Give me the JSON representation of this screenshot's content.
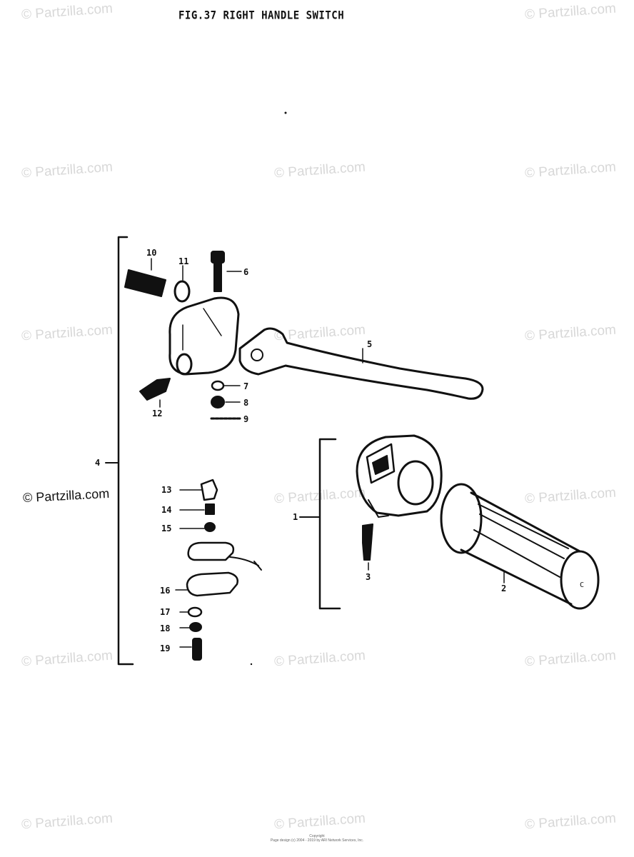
{
  "title": "FIG.37  RIGHT HANDLE SWITCH",
  "watermark": "© Partzilla.com",
  "footer": {
    "line1": "Copyright",
    "line2": "Page design (c) 2004 - 2019 by ARI Network Services, Inc."
  },
  "callouts": {
    "n1": "1",
    "n2": "2",
    "n3": "3",
    "n4": "4",
    "n5": "5",
    "n6": "6",
    "n7": "7",
    "n8": "8",
    "n9": "9",
    "n10": "10",
    "n11": "11",
    "n12": "12",
    "n13": "13",
    "n14": "14",
    "n15": "15",
    "n16": "16",
    "n17": "17",
    "n18": "18",
    "n19": "19",
    "c_letter": "C"
  },
  "colors": {
    "ink": "#111111",
    "watermark": "#d8d8d8"
  }
}
